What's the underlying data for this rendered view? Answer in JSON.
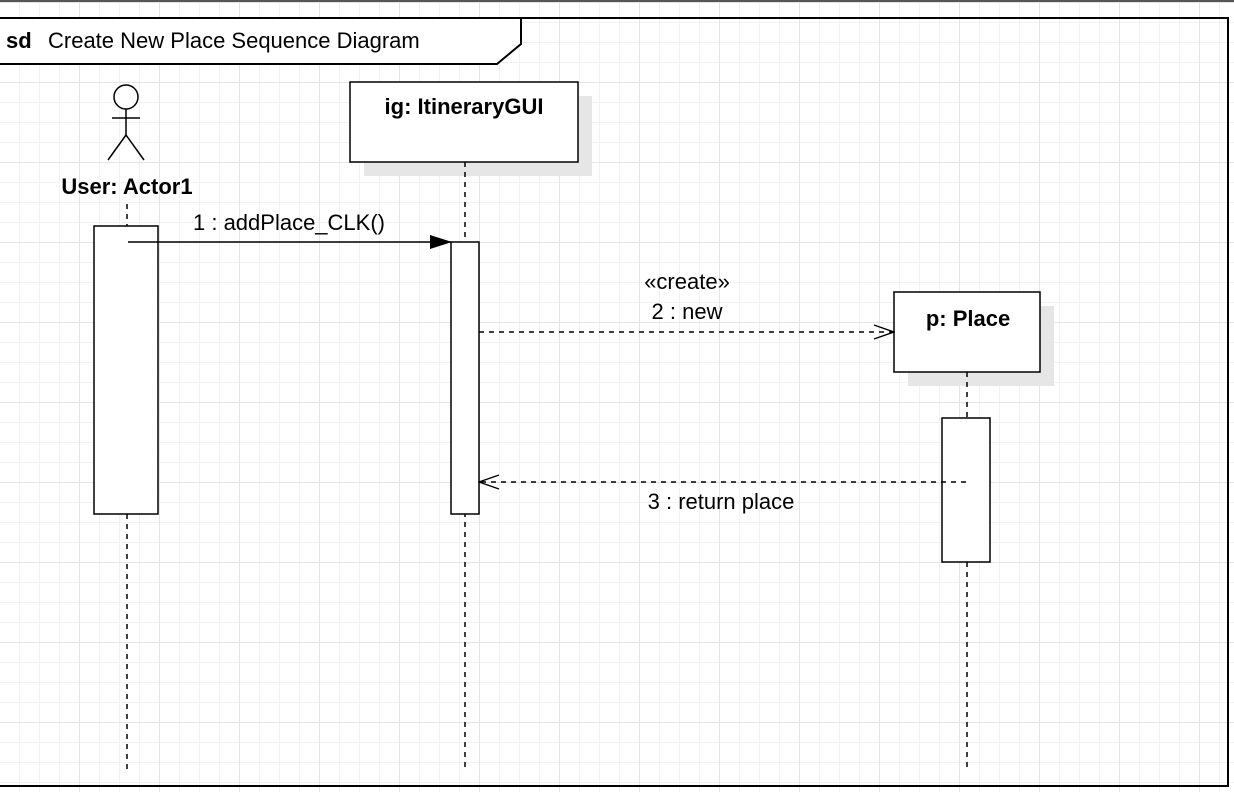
{
  "frame": {
    "keyword": "sd",
    "title": "Create New Place Sequence Diagram"
  },
  "lifelines": [
    {
      "kind": "actor",
      "label": "User: Actor1"
    },
    {
      "kind": "object",
      "label": "ig: ItineraryGUI"
    },
    {
      "kind": "object",
      "label": "p: Place"
    }
  ],
  "messages": [
    {
      "label": "1 : addPlace_CLK()",
      "from": "User: Actor1",
      "to": "ig: ItineraryGUI",
      "style": "synchronous"
    },
    {
      "stereotype": "«create»",
      "label": "2 : new",
      "from": "ig: ItineraryGUI",
      "to": "p: Place",
      "style": "create"
    },
    {
      "label": "3 : return place",
      "from": "p: Place",
      "to": "ig: ItineraryGUI",
      "style": "reply"
    }
  ],
  "colors": {
    "line": "#000000",
    "shadow": "#e6e6e6",
    "grid": "#e4e4e4",
    "background": "#ffffff"
  }
}
